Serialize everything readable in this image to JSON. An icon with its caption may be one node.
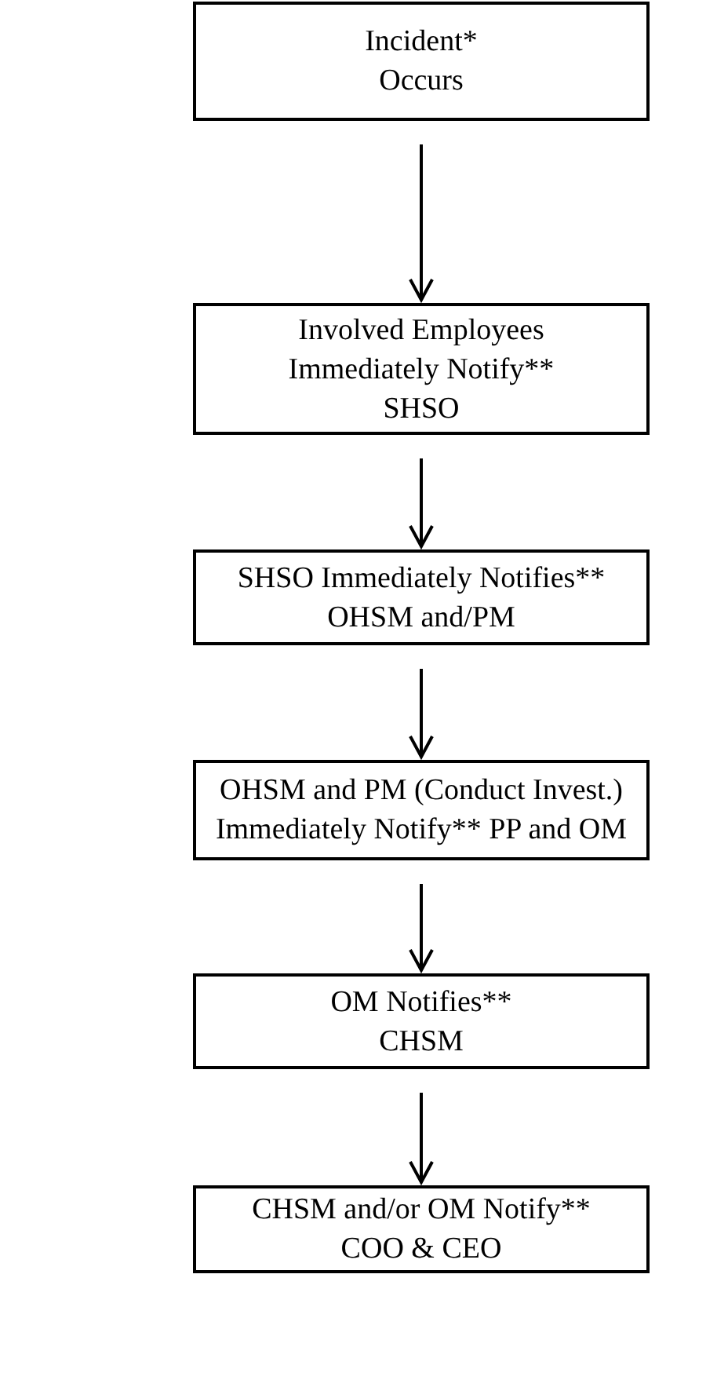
{
  "diagram": {
    "nodes": [
      {
        "text": [
          "Incident* Occurs"
        ]
      },
      {
        "text": [
          "Involved Employees Immediately Notify** SHSO"
        ]
      },
      {
        "text": [
          "SHSO Immediately Notifies** OHSM and/PM"
        ]
      },
      {
        "text": [
          "OHSM and PM (Conduct Invest.) Immediately Notify** PP and OM"
        ]
      },
      {
        "text": [
          "OM Notifies** CHSM"
        ]
      },
      {
        "text": [
          "CHSM and/or OM Notify** COO & CEO"
        ]
      }
    ],
    "edges": [
      {
        "from": 0,
        "to": 1,
        "arrow": "to"
      },
      {
        "from": 1,
        "to": 2,
        "arrow": "to"
      },
      {
        "from": 2,
        "to": 3,
        "arrow": "to"
      },
      {
        "from": 3,
        "to": 4,
        "arrow": "to"
      },
      {
        "from": 4,
        "to": 5,
        "arrow": "to"
      }
    ]
  }
}
